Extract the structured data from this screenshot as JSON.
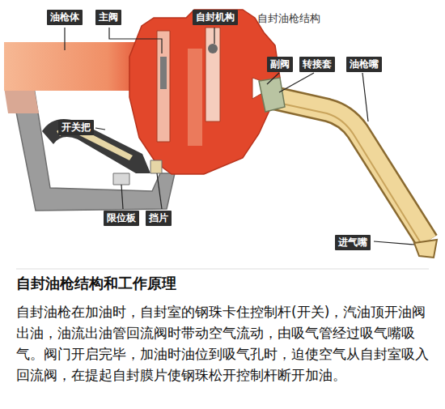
{
  "diagram": {
    "title": "自封油枪结构和工作原理",
    "caption": "自封油枪在加油时，自封室的钢珠卡住控制杆(开关)，汽油顶开油阀出油，油流出油管回流阀时带动空气流动，由吸气管经过吸气嘴吸气。阀门开启完毕，加油时油位到吸气孔时，迫使空气从自封室吸入回流阀，在提起自封膜片使钢珠松开控制杆断开加油。",
    "nodes": [
      {
        "text": [
          "油枪体"
        ]
      },
      {
        "text": [
          "主阀"
        ]
      },
      {
        "text": [
          "自封机构"
        ]
      },
      {
        "text": [
          "副阀"
        ]
      },
      {
        "text": [
          "转接套"
        ]
      },
      {
        "text": [
          "油枪嘴"
        ]
      },
      {
        "text": [
          "开关把"
        ]
      },
      {
        "text": [
          "限位板"
        ]
      },
      {
        "text": [
          "挡片"
        ]
      },
      {
        "text": [
          "进气嘴"
        ]
      }
    ],
    "labels": [
      "自封油枪结构"
    ]
  }
}
